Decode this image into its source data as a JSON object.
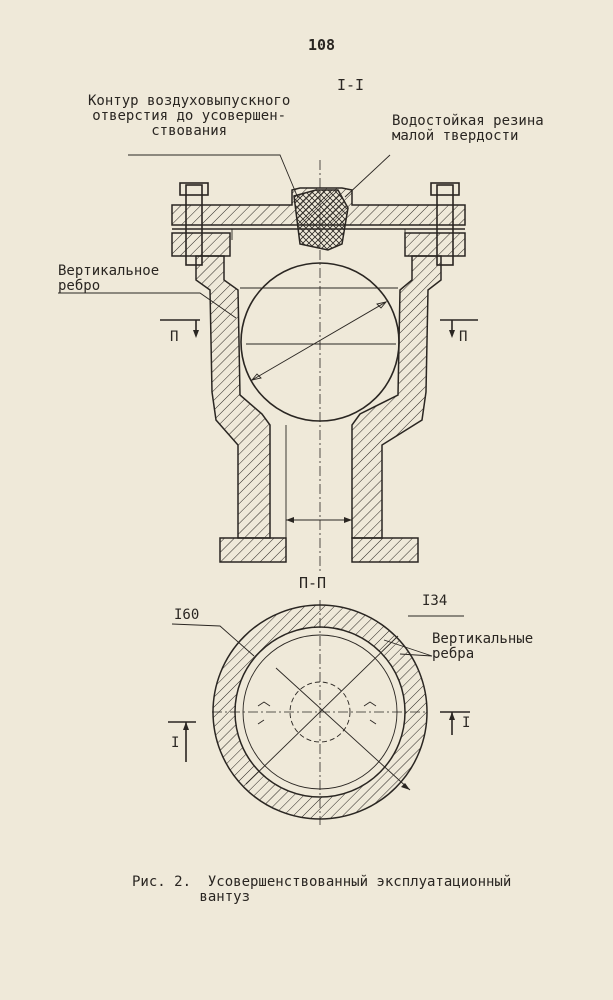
{
  "page_number": "108",
  "section_top": "I-I",
  "section_bottom": "П-П",
  "labels": {
    "air_vent_contour": "Контур воздуховыпускного\nотверстия до усовершен-\nствования",
    "rubber": "Водостойкая резина\nмалой твердости",
    "vertical_rib": "Вертикальное\nребро",
    "vertical_ribs": "Вертикальные\nребра",
    "cut_left": "П",
    "cut_right": "П",
    "cut_bottom_left": "I",
    "cut_bottom_right": "I",
    "dim_160": "I60",
    "dim_134": "I34"
  },
  "caption": "Рис. 2.  Усовершенствованный эксплуатационный\n        вантуз"
}
